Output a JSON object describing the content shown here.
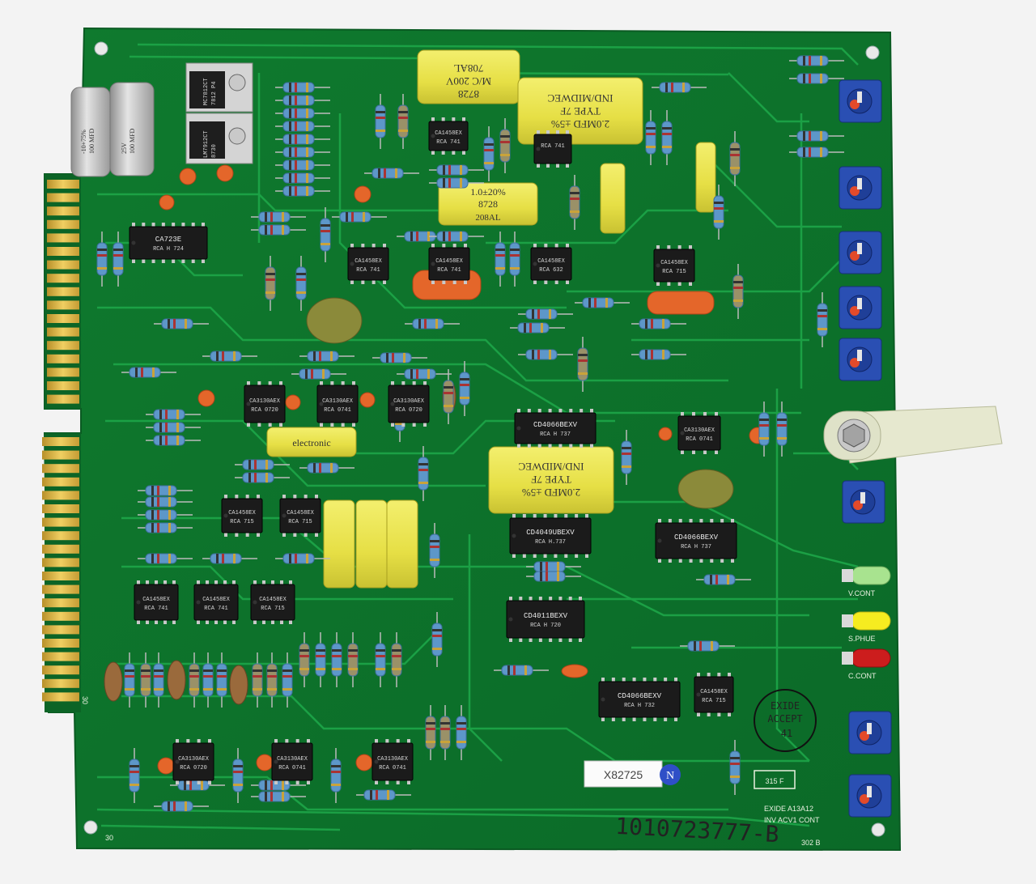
{
  "board": {
    "pcb_color": "#0f7a2e",
    "trace_color": "#1aa346",
    "gold_color": "#d9b13a"
  },
  "ics": [
    {
      "id": "u-ca723",
      "part": "CA723E",
      "maker": "RCA H 724"
    },
    {
      "id": "u-1",
      "part": "CA1458EX",
      "maker": "RCA 741"
    },
    {
      "id": "u-2",
      "part": "CA1458EX",
      "maker": "RCA 741"
    },
    {
      "id": "u-3",
      "part": "CA1458EX",
      "maker": "RCA 741"
    },
    {
      "id": "u-4",
      "part": "CA1458EX",
      "maker": "RCA 632"
    },
    {
      "id": "u-5",
      "part": "CA1458EX",
      "maker": "RCA 715"
    },
    {
      "id": "u-6",
      "part": "RCA 741",
      "maker": ""
    },
    {
      "id": "u-7",
      "part": "CA3130AEX",
      "maker": "RCA 0720"
    },
    {
      "id": "u-8",
      "part": "CA3130AEX",
      "maker": "RCA 0741"
    },
    {
      "id": "u-9",
      "part": "CA3130AEX",
      "maker": "RCA 0720"
    },
    {
      "id": "u-10",
      "part": "CD4066BEXV",
      "maker": "RCA H 737"
    },
    {
      "id": "u-11",
      "part": "CA3130AEX",
      "maker": "RCA 0741"
    },
    {
      "id": "u-12",
      "part": "CA1458EX",
      "maker": "RCA 715"
    },
    {
      "id": "u-13",
      "part": "CA1458EX",
      "maker": "RCA 715"
    },
    {
      "id": "u-14",
      "part": "CD4049UBEXV",
      "maker": "RCA H.737"
    },
    {
      "id": "u-15",
      "part": "CD4066BEXV",
      "maker": "RCA H 737"
    },
    {
      "id": "u-16",
      "part": "CA1458EX",
      "maker": "RCA 741"
    },
    {
      "id": "u-17",
      "part": "CA1458EX",
      "maker": "RCA 741"
    },
    {
      "id": "u-18",
      "part": "CA1458EX",
      "maker": "RCA 715"
    },
    {
      "id": "u-19",
      "part": "CD4011BEXV",
      "maker": "RCA H 720"
    },
    {
      "id": "u-20",
      "part": "CD4066BEXV",
      "maker": "RCA H 732"
    },
    {
      "id": "u-21",
      "part": "CA1458EX",
      "maker": "RCA 715"
    },
    {
      "id": "u-22",
      "part": "CA3130AEX",
      "maker": "RCA 0720"
    },
    {
      "id": "u-23",
      "part": "CA3130AEX",
      "maker": "RCA 0741"
    },
    {
      "id": "u-24",
      "part": "CA3130AEX",
      "maker": "RCA 0741"
    }
  ],
  "capacitors": {
    "cap_top_1": {
      "line1": "708AL",
      "line2": "M/C 200V",
      "line3": "8728"
    },
    "cap_top_2": {
      "line1": "IND/MIDWEC",
      "line2": "TYPE 7F",
      "line3": "2.0MFD ±5%"
    },
    "cap_mid_small": {
      "line1": "1.0±20%",
      "line2": "8728",
      "line3": "208AL"
    },
    "cap_center": {
      "line1": "IND/MIDWEC",
      "line2": "TYPE 7F",
      "line3": "2.0MFD ±5%"
    },
    "cap_electro": {
      "line1": "electronic"
    }
  },
  "regulators": {
    "reg1": {
      "line1": "MC7812CT",
      "line2": "7812 P4"
    },
    "reg2": {
      "line1": "LM7912CT",
      "line2": "8730"
    }
  },
  "electrolytics": {
    "e1": {
      "line1": "100 MFD",
      "line2": "-10+75%"
    },
    "e2": {
      "line1": "100 MFD",
      "line2": "25V"
    }
  },
  "labels": {
    "sticker": "X82725",
    "sticker_mark": "N",
    "stamp_line1": "EXIDE",
    "stamp_line2": "ACCEPT",
    "stamp_line3": "41",
    "box_label": "315 F",
    "silk_line1": "EXIDE    A13A12",
    "silk_line2": "INV  ACV1  CONT",
    "silk_line3": "302  B",
    "handwritten_serial": "1010723777-B",
    "edge_number_top": "30",
    "edge_number_bottom": "30",
    "led_label_1": "V.CONT",
    "led_label_2": "S.PHUE",
    "led_label_3": "C.CONT"
  }
}
